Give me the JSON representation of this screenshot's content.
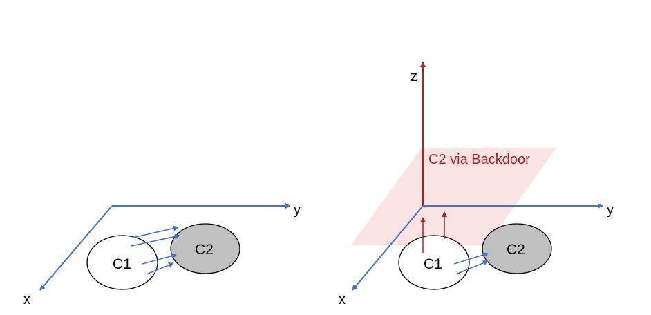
{
  "colors": {
    "background": "#ffffff",
    "axis_blue": "#4472c4",
    "backdoor_red": "#b22222",
    "plane_fill": "#f8dede",
    "c2_fill": "#c0c0c0",
    "outline": "#000000"
  },
  "left_panel": {
    "x_label": "x",
    "y_label": "y",
    "c1_label": "C1",
    "c2_label": "C2",
    "transfer_arrow_count": 4
  },
  "right_panel": {
    "x_label": "x",
    "y_label": "y",
    "z_label": "z",
    "c1_label": "C1",
    "c2_label": "C2",
    "backdoor_label": "C2 via Backdoor",
    "transfer_arrow_count": 2,
    "lift_arrow_count": 2
  }
}
